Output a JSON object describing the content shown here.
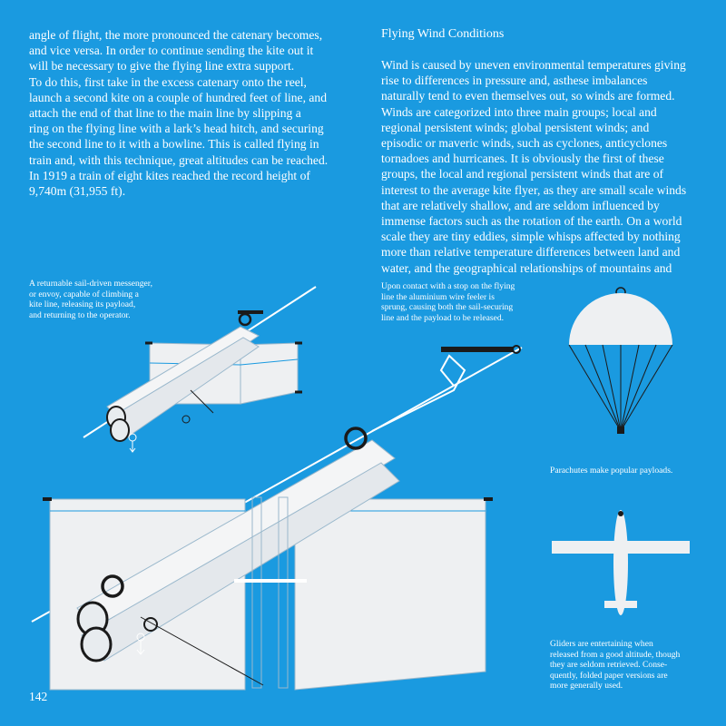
{
  "left_column": {
    "text": "angle of flight, the more pronounced the catenary becomes,\nand vice versa. In order to continue sending the kite out it\nwill be necessary to give the flying line extra support.\nTo do this, first take in the excess catenary onto the reel,\nlaunch a second kite on a couple of hundred feet of line, and\nattach the end of that line to the main line by slipping a\nring on the flying line with a lark’s head hitch, and securing\nthe second line to it with a bowline. This is called flying in\ntrain and, with this technique, great altitudes can be reached.\nIn 1919 a train of eight kites reached the record height of\n9,740m (31,955 ft)."
  },
  "right_column": {
    "title": "Flying  Wind Conditions",
    "text": "Wind is caused by uneven environmental temperatures giving\nrise to differences in pressure and, asthese imbalances\nnaturally tend to even themselves out, so winds are formed.\nWinds are categorized into three main groups; local and\nregional persistent winds; global persistent winds; and\nepisodic or maveric winds, such as cyclones, anticyclones\ntornadoes and hurricanes. It is obviously the first of these\ngroups, the local and regional persistent winds that are of\ninterest to the average kite flyer, as they are small scale winds\nthat are relatively shallow, and are seldom influenced by\nimmense factors such as the rotation of the earth. On a world\nscale they are tiny eddies, simple whisps affected by nothing\nmore than relative temperature differences between land and\nwater, and the geographical relationships of mountains and"
  },
  "captions": {
    "messenger": "A returnable sail-driven messenger,\nor envoy, capable of climbing a\nkite line, releasing its payload,\nand returning to the operator.",
    "contact": "Upon contact with a stop on the flying\nline the aluminium wire feeler is\nsprung, causing both the sail-securing\nline and the payload to be released.",
    "parachute": "Parachutes make popular payloads.",
    "glider": "Gliders are entertaining when\nreleased from a good altitude, though\nthey are seldom retrieved. Conse-\nquently, folded paper versions are\nmore generally used."
  },
  "page_number": "142",
  "colors": {
    "background": "#1a9ae0",
    "text": "#ffffff",
    "sail": "#eef0f2",
    "ink": "#1a1a1a"
  }
}
